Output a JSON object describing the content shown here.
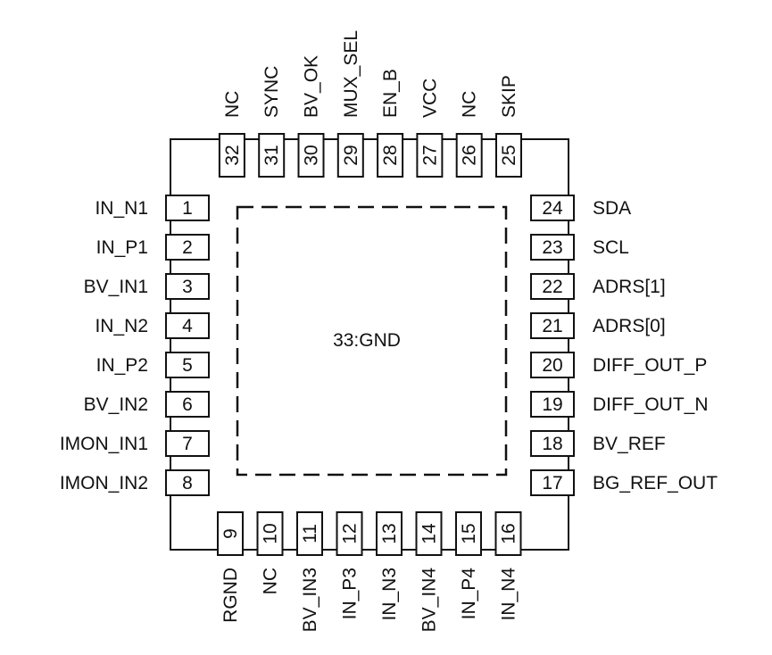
{
  "package": {
    "exposed_pad_label": "33:GND",
    "colors": {
      "stroke": "#111111",
      "background": "#ffffff"
    }
  },
  "pins": {
    "left": [
      {
        "num": "1",
        "name": "IN_N1"
      },
      {
        "num": "2",
        "name": "IN_P1"
      },
      {
        "num": "3",
        "name": "BV_IN1"
      },
      {
        "num": "4",
        "name": "IN_N2"
      },
      {
        "num": "5",
        "name": "IN_P2"
      },
      {
        "num": "6",
        "name": "BV_IN2"
      },
      {
        "num": "7",
        "name": "IMON_IN1"
      },
      {
        "num": "8",
        "name": "IMON_IN2"
      }
    ],
    "bottom": [
      {
        "num": "9",
        "name": "RGND"
      },
      {
        "num": "10",
        "name": "NC"
      },
      {
        "num": "11",
        "name": "BV_IN3"
      },
      {
        "num": "12",
        "name": "IN_P3"
      },
      {
        "num": "13",
        "name": "IN_N3"
      },
      {
        "num": "14",
        "name": "BV_IN4"
      },
      {
        "num": "15",
        "name": "IN_P4"
      },
      {
        "num": "16",
        "name": "IN_N4"
      }
    ],
    "right": [
      {
        "num": "17",
        "name": "BG_REF_OUT"
      },
      {
        "num": "18",
        "name": "BV_REF"
      },
      {
        "num": "19",
        "name": "DIFF_OUT_N"
      },
      {
        "num": "20",
        "name": "DIFF_OUT_P"
      },
      {
        "num": "21",
        "name": "ADRS[0]"
      },
      {
        "num": "22",
        "name": "ADRS[1]"
      },
      {
        "num": "23",
        "name": "SCL"
      },
      {
        "num": "24",
        "name": "SDA"
      }
    ],
    "top": [
      {
        "num": "25",
        "name": "SKIP"
      },
      {
        "num": "26",
        "name": "NC"
      },
      {
        "num": "27",
        "name": "VCC"
      },
      {
        "num": "28",
        "name": "EN_B"
      },
      {
        "num": "29",
        "name": "MUX_SEL"
      },
      {
        "num": "30",
        "name": "BV_OK"
      },
      {
        "num": "31",
        "name": "SYNC"
      },
      {
        "num": "32",
        "name": "NC"
      }
    ]
  }
}
